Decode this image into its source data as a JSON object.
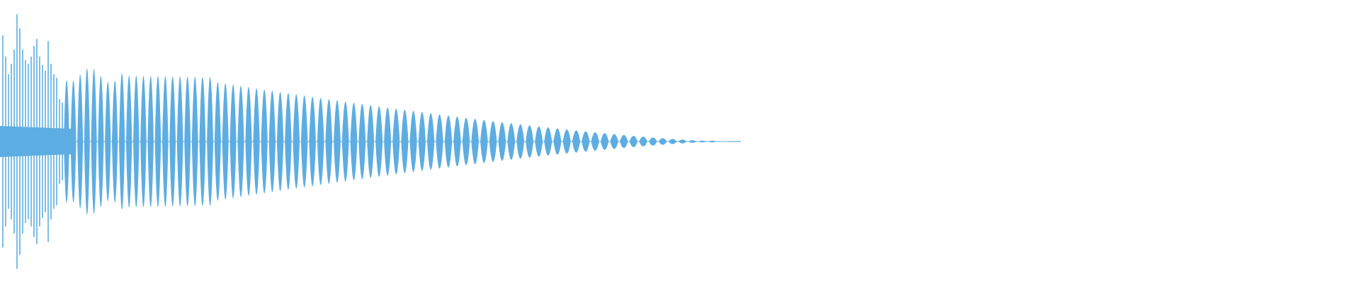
{
  "waveform": {
    "color": "#5dade2",
    "background": "#ffffff",
    "shape": "decaying-pulse",
    "orientation": "horizontal",
    "occupied_width_fraction": 0.545
  }
}
